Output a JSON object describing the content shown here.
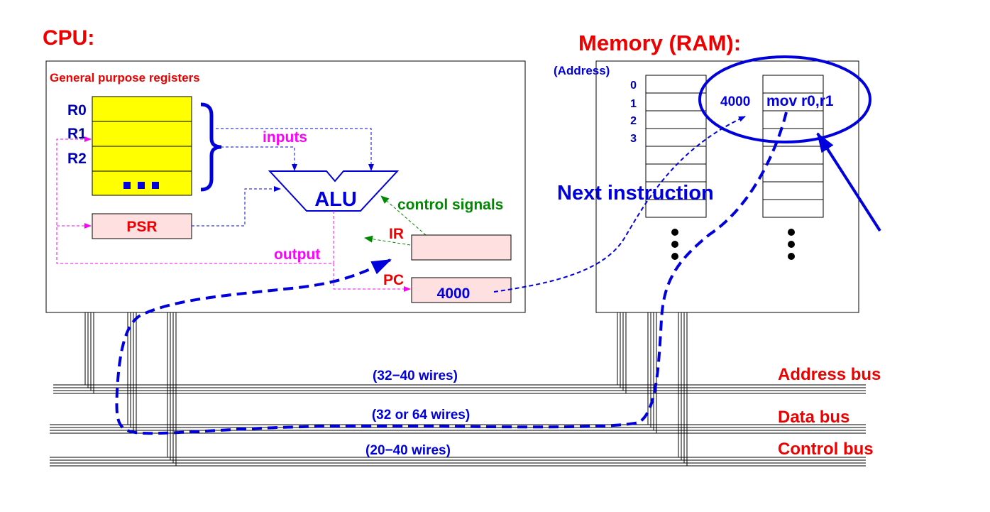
{
  "cpu": {
    "title": "CPU:",
    "registers_label": "General purpose registers",
    "registers": [
      "R0",
      "R1",
      "R2"
    ],
    "psr": "PSR",
    "alu": "ALU",
    "inputs": "inputs",
    "output": "output",
    "control_signals": "control signals",
    "ir": "IR",
    "pc": "PC",
    "pc_value": "4000"
  },
  "memory": {
    "title": "Memory (RAM):",
    "address_label": "(Address)",
    "addresses": [
      "0",
      "1",
      "2",
      "3"
    ],
    "cell_address": "4000",
    "cell_content": "mov r0,r1",
    "next_instruction": "Next instruction"
  },
  "buses": [
    {
      "name": "Address bus",
      "wires": "(32−40 wires)"
    },
    {
      "name": "Data bus",
      "wires": "(32 or 64 wires)"
    },
    {
      "name": "Control bus",
      "wires": "(20−40 wires)"
    }
  ],
  "colors": {
    "red": "#ee0000",
    "blue": "#0000dd",
    "magenta": "#ff00ff",
    "green": "#008800",
    "yellow": "#ffff00",
    "pink": "#ffe0e0"
  }
}
